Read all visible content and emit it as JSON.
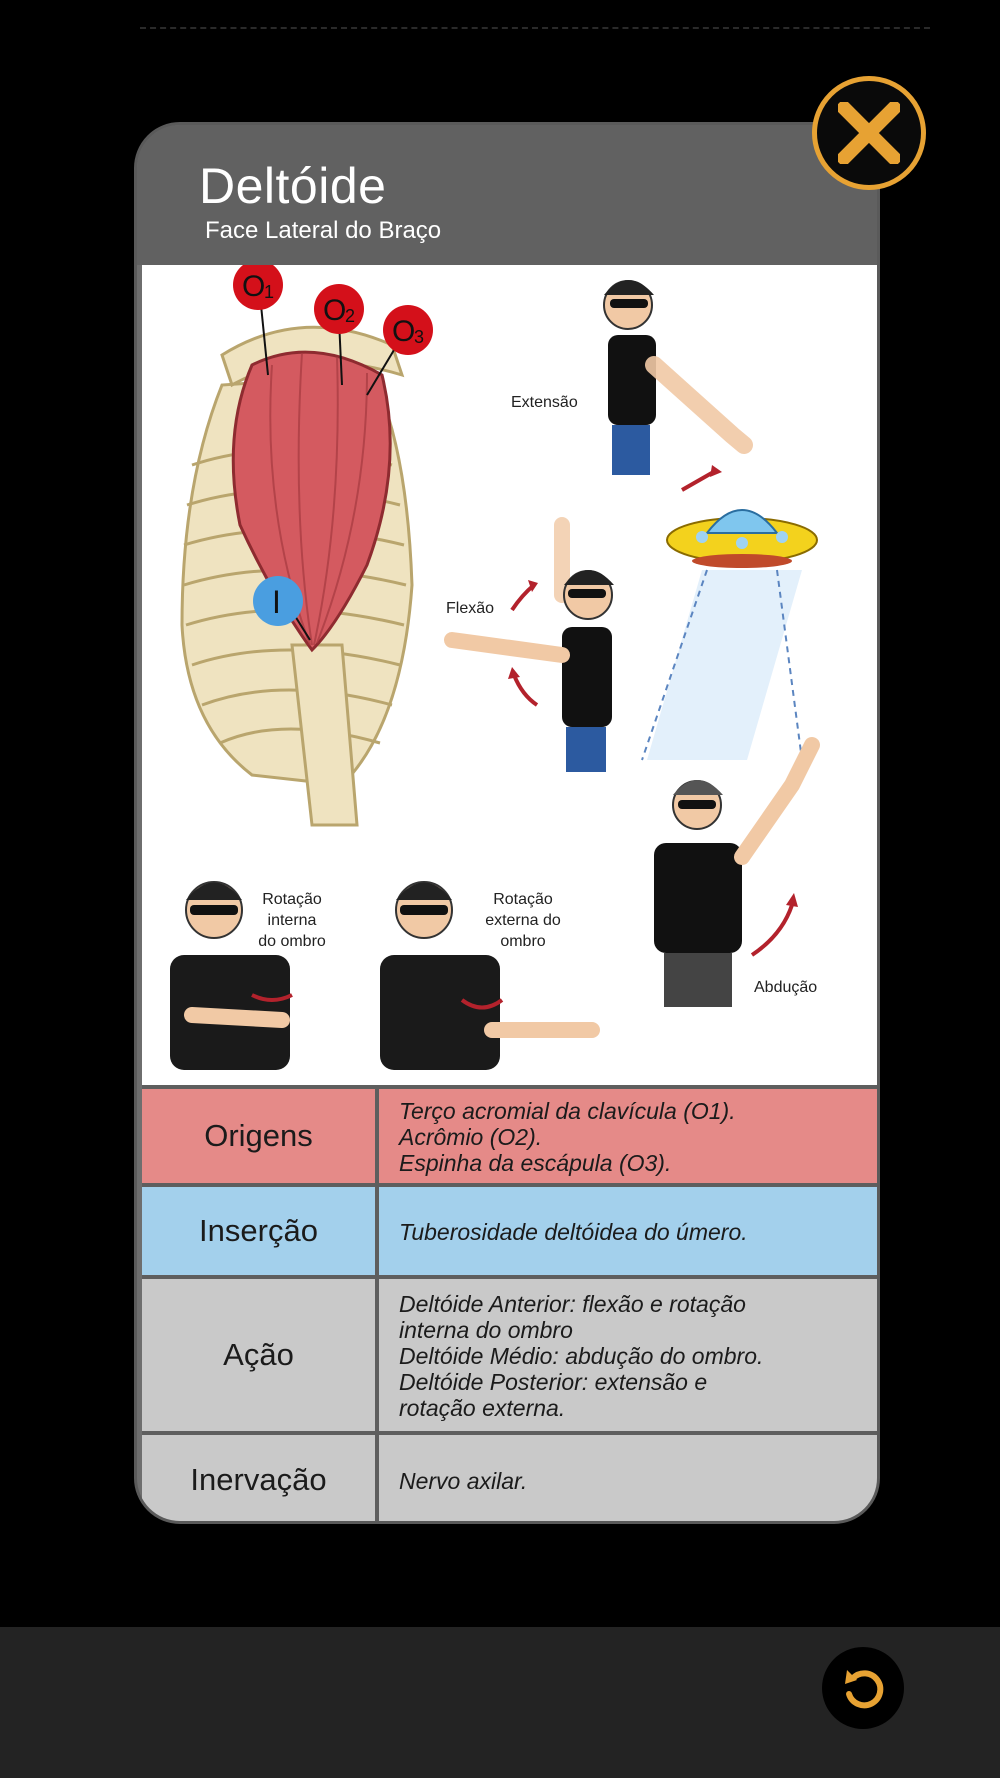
{
  "card": {
    "title": "Deltóide",
    "subtitle": "Face Lateral do Braço"
  },
  "illustration": {
    "markers": {
      "o1": "O",
      "o1_sub": "1",
      "o2": "O",
      "o2_sub": "2",
      "o3": "O",
      "o3_sub": "3",
      "insertion": "I"
    },
    "labels": {
      "extensao": "Extensão",
      "flexao": "Flexão",
      "abducao": "Abdução",
      "rot_interna": [
        "Rotação",
        "interna",
        "do ombro"
      ],
      "rot_externa": [
        "Rotação",
        "externa do",
        "ombro"
      ]
    }
  },
  "table": {
    "origens_label": "Origens",
    "origens_lines": [
      "Terço acromial da clavícula (O1).",
      "Acrômio (O2).",
      "Espinha da escápula (O3)."
    ],
    "insercao_label": "Inserção",
    "insercao_lines": [
      "Tuberosidade deltóidea do úmero."
    ],
    "acao_label": "Ação",
    "acao_lines": [
      "Deltóide Anterior: flexão e rotação",
      "interna do ombro",
      "Deltóide Médio: abdução do ombro.",
      "Deltóide Posterior: extensão e",
      "rotação externa."
    ],
    "inervacao_label": "Inervação",
    "inervacao_lines": [
      "Nervo axilar."
    ]
  },
  "colors": {
    "accent": "#e7a233",
    "origens_bg": "#e58a88",
    "insercao_bg": "#a3d0ec",
    "neutral_bg": "#c9c9c9"
  },
  "icons": {
    "close": "close-x-icon",
    "reset": "reset-icon"
  }
}
